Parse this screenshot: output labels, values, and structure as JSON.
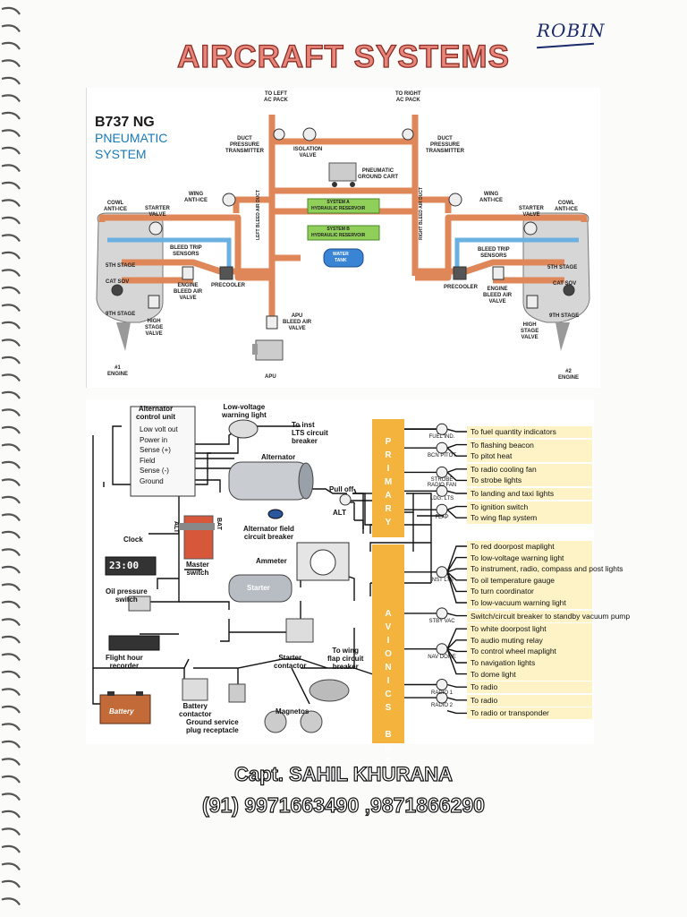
{
  "header": {
    "handwritten_note": "ROBIN",
    "title": "AIRCRAFT SYSTEMS"
  },
  "pneumatic": {
    "title_line1": "B737 NG",
    "title_line2": "PNEUMATIC",
    "title_line3": "SYSTEM",
    "labels": {
      "to_left_pack": "TO LEFT\nAC PACK",
      "to_right_pack": "TO RIGHT\nAC PACK",
      "duct_left": "DUCT\nPRESSURE\nTRANSMITTER",
      "duct_right": "DUCT\nPRESSURE\nTRANSMITTER",
      "isolation": "ISOLATION\nVALVE",
      "ground_cart": "PNEUMATIC\nGROUND CART",
      "wing_ai_left": "WING\nANTI-ICE",
      "wing_ai_right": "WING\nANTI-ICE",
      "cowl_left": "COWL\nANTI-ICE",
      "cowl_right": "COWL\nANTI-ICE",
      "starter_left": "STARTER\nVALVE",
      "starter_right": "STARTER\nVALVE",
      "sys_a": "SYSTEM A\nHYDRAULIC RESERVOIR",
      "sys_b": "SYSTEM B\nHYDRAULIC RESERVOIR",
      "water_tank": "WATER\nTANK",
      "bleed_trip_left": "BLEED TRIP\nSENSORS",
      "bleed_trip_right": "BLEED TRIP\nSENSORS",
      "left_duct": "LEFT BLEED AIR DUCT",
      "right_duct": "RIGHT BLEED AIR DUCT",
      "stage5_left": "5TH STAGE",
      "stage5_right": "5TH STAGE",
      "cat_left": "CAT SOV",
      "cat_right": "CAT SOV",
      "stage9_left": "9TH STAGE",
      "stage9_right": "9TH STAGE",
      "engine_bleed_left": "ENGINE\nBLEED AIR\nVALVE",
      "engine_bleed_right": "ENGINE\nBLEED AIR\nVALVE",
      "precooler_left": "PRECOOLER",
      "precooler_right": "PRECOOLER",
      "high_stage_left": "HIGH\nSTAGE\nVALVE",
      "high_stage_right": "HIGH\nSTAGE\nVALVE",
      "apu_bleed": "APU\nBLEED AIR\nVALVE",
      "apu": "APU",
      "engine1": "#1\nENGINE",
      "engine2": "#2\nENGINE"
    }
  },
  "electrical": {
    "labels": {
      "acu_title": "Alternator\ncontrol unit",
      "acu_rows": [
        "Low volt out",
        "Power in",
        "Sense (+)",
        "Field",
        "Sense (-)",
        "Ground"
      ],
      "low_voltage_light": "Low-voltage\nwarning light",
      "to_inst": "To inst\nLTS circuit\nbreaker",
      "alternator": "Alternator",
      "pull_off": "Pull off",
      "alt_cb": "ALT",
      "alt_field_cb": "Alternator field\ncircuit breaker",
      "clock": "Clock",
      "clock_display": "23:00",
      "master_switch": "Master\nswitch",
      "alt_side": "ALT",
      "bat_side": "BAT",
      "ammeter": "Ammeter",
      "oil_pressure": "Oil pressure\nswitch",
      "starter": "Starter",
      "flight_hour": "Flight hour\nrecorder",
      "starter_contactor": "Starter\ncontactor",
      "to_wing_flap_cb": "To wing\nflap circuit\nbreaker",
      "battery": "Battery",
      "battery_contactor": "Battery\ncontactor",
      "ground_service": "Ground service\nplug receptacle",
      "magnetos": "Magnetos",
      "primary_bus": "PRIMARY BUS",
      "avionics_bus": "AVIONICS BUS"
    },
    "primary_loads": [
      {
        "cb": "FUEL IND.",
        "items": [
          "To fuel quantity indicators"
        ]
      },
      {
        "cb": "BCN PITOT",
        "items": [
          "To flashing beacon",
          "To pitot heat"
        ]
      },
      {
        "cb": "STROBE RADIO FAN",
        "items": [
          "To radio cooling fan",
          "To strobe lights"
        ]
      },
      {
        "cb": "LDG. LTS",
        "items": [
          "To landing and taxi lights"
        ]
      },
      {
        "cb": "FLAP",
        "items": [
          "To ignition switch",
          "To wing flap system"
        ]
      }
    ],
    "avionics_loads": [
      {
        "cb": "INST LTS",
        "items": [
          "To red doorpost maplight",
          "To low-voltage warning light",
          "To instrument, radio, compass and post lights",
          "To oil temperature gauge",
          "To turn coordinator",
          "To low-vacuum warning light"
        ]
      },
      {
        "cb": "STBY VAC",
        "items": [
          "Switch/circuit breaker to standby vacuum pump"
        ]
      },
      {
        "cb": "NAV DOME",
        "items": [
          "To white doorpost light",
          "To audio muting relay",
          "To control wheel maplight",
          "To navigation lights",
          "To dome light"
        ]
      },
      {
        "cb": "RADIO 1",
        "items": [
          "To radio"
        ]
      },
      {
        "cb": "RADIO 2",
        "items": [
          "To radio"
        ]
      },
      {
        "cb": "",
        "items": [
          "To radio or transponder"
        ]
      }
    ],
    "pull_off_label": "PULL OFF"
  },
  "footer": {
    "name": "Capt. SAHIL KHURANA",
    "phone": "(91) 9971663490 ,9871866290"
  },
  "colors": {
    "title_fill": "#e8857a",
    "bleed_duct": "#e0875a",
    "cool_air": "#6ab0e0",
    "hydraulic": "#8fcf5a",
    "bus": "#f3b33d",
    "load_strip": "#fdf3c6"
  }
}
